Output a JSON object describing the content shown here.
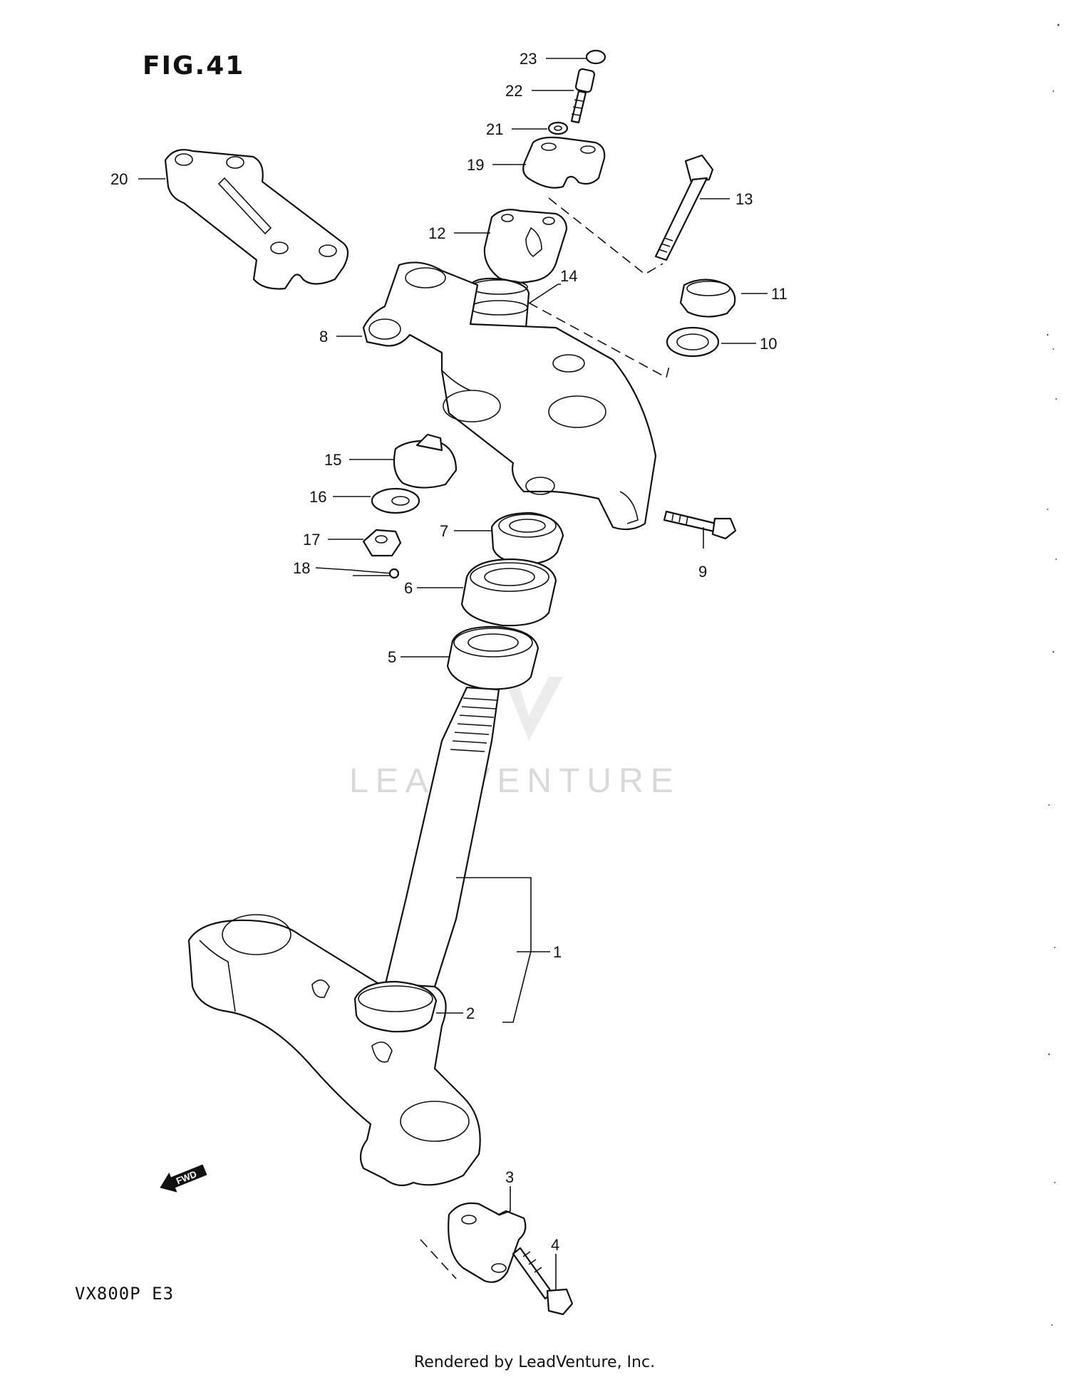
{
  "figure": {
    "title": "FIG.41",
    "model": "VX800P  E3",
    "credit": "Rendered by LeadVenture, Inc.",
    "watermark": "LEADVENTURE",
    "fwd_label": "FWD"
  },
  "callouts": [
    "1",
    "2",
    "3",
    "4",
    "5",
    "6",
    "7",
    "8",
    "9",
    "10",
    "11",
    "12",
    "13",
    "14",
    "15",
    "16",
    "17",
    "18",
    "19",
    "20",
    "21",
    "22",
    "23"
  ]
}
